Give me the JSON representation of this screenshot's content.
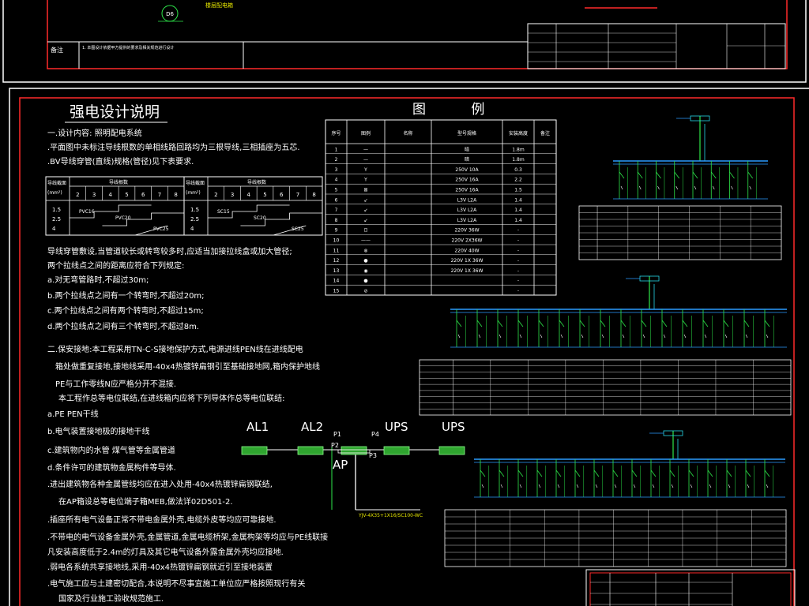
{
  "top_sheet": {
    "circle_label": "D6",
    "caption": "楼层配电箱",
    "remarks_label": "备注",
    "remarks_text": "1. 本图设计依据甲方提供的要求及相关规范进行设计"
  },
  "title": "强电设计说明",
  "notes": [
    "一.设计内容: 照明配电系统",
    ".平面图中未标注导线根数的单相线路回路均为三根导线,三相插座为五芯.",
    ".BV导线穿管(直线)规格(管径)见下表要求.",
    "导线穿管敷设,当管道较长或转弯较多时,应适当加接拉线盒或加大管径;",
    "两个拉线点之间的距离应符合下列规定:",
    "a.对无弯管路时,不超过30m;",
    "b.两个拉线点之间有一个转弯时,不超过20m;",
    "c.两个拉线点之间有两个转弯时,不超过15m;",
    "d.两个拉线点之间有三个转弯时,不超过8m.",
    "二.保安接地:本工程采用TN-C-S接地保护方式,电源进线PEN线在进线配电",
    "箱处做重复接地,接地线采用-40x4热镀锌扁钢引至基础接地网,箱内保护地线",
    "PE与工作零线N应严格分开不混接.",
    "本工程作总等电位联结,在进线箱内应将下列导体作总等电位联结:",
    "a.PE PEN干线",
    "b.电气装置接地极的接地干线",
    "c.建筑物内的水管 煤气管等金属管道",
    "d.条件许可的建筑物金属构件等导体.",
    ".进出建筑物各种金属管线均应在进入处用-40x4热镀锌扁钢联结,",
    "在AP箱设总等电位端子箱MEB,做法详02D501-2.",
    ".插座所有电气设备正常不带电金属外壳,电缆外皮等均应可靠接地.",
    ".不带电的电气设备金属外壳,金属管道,金属电缆桥架,金属构架等均应与PE线联接",
    "凡安装高度低于2.4m的灯具及其它电气设备外露金属外壳均应接地.",
    ".弱电各系统共享接地线,采用-40x4热镀锌扁钢就近引至接地装置",
    ".电气施工应与土建密切配合,本说明不尽事宜施工单位应严格按照现行有关",
    "国家及行业施工验收规范施工."
  ],
  "conduit_table": {
    "left": {
      "h1": "导线截面",
      "h2": "导线根数",
      "unit": "(mm²)",
      "cols": [
        "2",
        "3",
        "4",
        "5",
        "6",
        "7",
        "8"
      ],
      "rows": [
        "1.5",
        "2.5",
        "4"
      ],
      "labels": [
        "PVC16",
        "PVC20",
        "PVC25"
      ]
    },
    "right": {
      "h1": "导线截面",
      "h2": "导线根数",
      "unit": "(mm²)",
      "cols": [
        "2",
        "3",
        "4",
        "5",
        "6",
        "7",
        "8"
      ],
      "rows": [
        "1.5",
        "2.5",
        "4"
      ],
      "labels": [
        "SC15",
        "SC20",
        "SC25"
      ]
    }
  },
  "legend_title": "图 例",
  "legend_table": {
    "headers": [
      "序号",
      "图例",
      "名称",
      "型号规格",
      "安装高度",
      "备注"
    ],
    "rows": [
      [
        "1",
        "—",
        "",
        "暗",
        "1.8m",
        ""
      ],
      [
        "2",
        "—",
        "",
        "暗",
        "1.8m",
        ""
      ],
      [
        "3",
        "Y",
        "",
        "250V 10A",
        "0.3",
        ""
      ],
      [
        "4",
        "Y",
        "",
        "250V 16A",
        "2.2",
        ""
      ],
      [
        "5",
        "⊠",
        "",
        "250V 16A",
        "1.5",
        ""
      ],
      [
        "6",
        "↙",
        "",
        "L3V L2A",
        "1.4",
        ""
      ],
      [
        "7",
        "↙",
        "",
        "L3V L2A",
        "1.4",
        ""
      ],
      [
        "8",
        "↙",
        "",
        "L3V L2A",
        "1.4",
        ""
      ],
      [
        "9",
        "⊡",
        "",
        "220V 36W",
        "-",
        ""
      ],
      [
        "10",
        "——",
        "",
        "220V 2X36W",
        "-",
        ""
      ],
      [
        "11",
        "⊗",
        "",
        "220V 40W",
        "-",
        ""
      ],
      [
        "12",
        "●",
        "",
        "220V 1X 36W",
        "-",
        ""
      ],
      [
        "13",
        "◉",
        "",
        "220V 1X 36W",
        "-",
        ""
      ],
      [
        "14",
        "●",
        "",
        "",
        "-",
        ""
      ],
      [
        "15",
        "⊘",
        "",
        "",
        "-",
        ""
      ]
    ]
  },
  "schematic": {
    "AL1": "AL1",
    "AL2": "AL2",
    "UPS1": "UPS",
    "UPS2": "UPS",
    "AP": "AP",
    "P1": "P1",
    "P2": "P2",
    "P3": "P3",
    "P4": "P4",
    "cable": "YJV-4X35+1X16/SC100-WC"
  },
  "colors": {
    "frame_red": "#ff2a2a",
    "line_white": "#ffffff",
    "panel_green": "#2fa52f",
    "bus_blue": "#2a9cff",
    "wire_green": "#2ee84a",
    "cyan": "#26d6e6"
  }
}
